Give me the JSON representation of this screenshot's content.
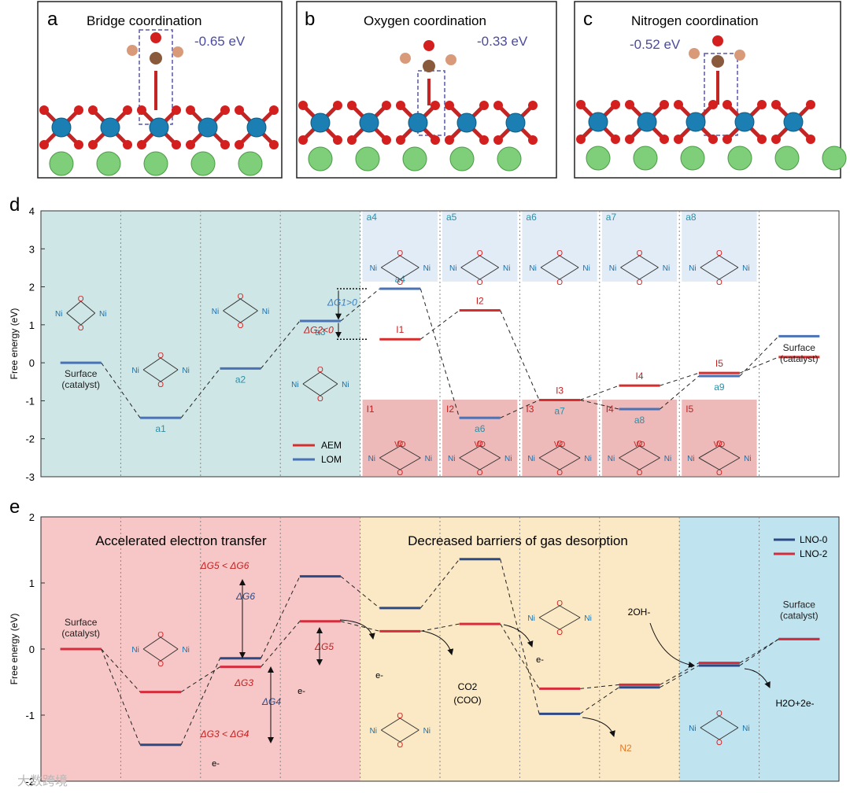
{
  "panels": [
    {
      "letter": "a",
      "title": "Bridge coordination",
      "energy": "-0.65 eV"
    },
    {
      "letter": "b",
      "title": "Oxygen coordination",
      "energy": "-0.33 eV"
    },
    {
      "letter": "c",
      "title": "Nitrogen coordination",
      "energy": "-0.52 eV"
    }
  ],
  "chart_data": [
    {
      "type": "line",
      "panel": "d",
      "ylabel": "Free energy (eV)",
      "ylim": [
        -3,
        4
      ],
      "yticks": [
        "4",
        "3",
        "2",
        "1",
        "0",
        "-1",
        "-2",
        "-3"
      ],
      "legend": [
        "AEM",
        "LOM"
      ],
      "colors": {
        "AEM": "#d62d2d",
        "LOM": "#4a72b4",
        "bg_left": "#cfe6e6",
        "bg_top": "#e2ecf6",
        "bg_bottom": "#eeb9b9"
      },
      "series": [
        {
          "name": "LOM",
          "points": [
            {
              "step": 0,
              "label": "Surface\n(catalyst)",
              "value": 0
            },
            {
              "step": 1,
              "label": "a1",
              "value": -1.45
            },
            {
              "step": 2,
              "label": "a2",
              "value": -0.15
            },
            {
              "step": 3,
              "label": "a3",
              "value": 1.1
            },
            {
              "step": 4,
              "label": "a4",
              "value": 1.95
            },
            {
              "step": 5,
              "label": "a6",
              "value": -1.45
            },
            {
              "step": 6,
              "label": "a7",
              "value": -0.98
            },
            {
              "step": 7,
              "label": "a8",
              "value": -1.22
            },
            {
              "step": 8,
              "label": "a9",
              "value": -0.35
            },
            {
              "step": 9,
              "label": "",
              "value": 0.7
            }
          ]
        },
        {
          "name": "AEM",
          "points": [
            {
              "step": 4,
              "label": "I1",
              "value": 0.62
            },
            {
              "step": 5,
              "label": "I2",
              "value": 1.38
            },
            {
              "step": 6,
              "label": "I3",
              "value": -0.98
            },
            {
              "step": 7,
              "label": "I4",
              "value": -0.6
            },
            {
              "step": 8,
              "label": "I5",
              "value": -0.27
            },
            {
              "step": 9,
              "label": "Surface\n(catalyst)",
              "value": 0.15
            }
          ]
        }
      ],
      "annotations": {
        "dg1": "ΔG",
        "dg1_sub": "1",
        "dg1_rel": ">0",
        "dg2": "ΔG",
        "dg2_sub": "2",
        "dg2_rel": "<0"
      },
      "top_boxes": [
        "a4",
        "a5",
        "a6",
        "a7",
        "a8"
      ],
      "bottom_boxes": [
        "I1",
        "I2",
        "I3",
        "I4",
        "I5"
      ]
    },
    {
      "type": "line",
      "panel": "e",
      "ylabel": "Free energy (eV)",
      "ylim": [
        -2,
        2
      ],
      "yticks": [
        "2",
        "1",
        "0",
        "-1",
        "-2"
      ],
      "legend": [
        "LNO-0",
        "LNO-2"
      ],
      "colors": {
        "LNO-0": "#2c4a86",
        "LNO-2": "#d62d3c",
        "bg1": "#f7c6c6",
        "bg2": "#fbe8c4",
        "bg3": "#bfe3ef"
      },
      "regions": [
        "Accelerated electron transfer",
        "Decreased barriers of gas desorption"
      ],
      "series": [
        {
          "name": "LNO-0",
          "points": [
            {
              "step": 0,
              "value": 0
            },
            {
              "step": 1,
              "value": -1.45
            },
            {
              "step": 2,
              "value": -0.14
            },
            {
              "step": 3,
              "value": 1.1
            },
            {
              "step": 4,
              "value": 0.62
            },
            {
              "step": 5,
              "value": 1.36
            },
            {
              "step": 6,
              "value": -0.98
            },
            {
              "step": 7,
              "value": -0.58
            },
            {
              "step": 8,
              "value": -0.25
            },
            {
              "step": 9,
              "value": 0.15
            }
          ]
        },
        {
          "name": "LNO-2",
          "points": [
            {
              "step": 0,
              "value": 0
            },
            {
              "step": 1,
              "value": -0.65
            },
            {
              "step": 2,
              "value": -0.27
            },
            {
              "step": 3,
              "value": 0.42
            },
            {
              "step": 4,
              "value": 0.27
            },
            {
              "step": 5,
              "value": 0.38
            },
            {
              "step": 6,
              "value": -0.6
            },
            {
              "step": 7,
              "value": -0.54
            },
            {
              "step": 8,
              "value": -0.21
            },
            {
              "step": 9,
              "value": 0.15
            }
          ]
        }
      ],
      "labels": {
        "surface_left": "Surface\n(catalyst)",
        "surface_right": "Surface\n(catalyst)",
        "dg5_6": "ΔG5 < ΔG6",
        "dg3_4": "ΔG3 < ΔG4",
        "dg6": "ΔG6",
        "dg5": "ΔG5",
        "dg3": "ΔG3",
        "dg4": "ΔG4",
        "co2": "CO2",
        "coo": "(COO)",
        "n2": "N2",
        "oh": "2OH-",
        "h2o": "H2O+2e-",
        "e": "e-"
      }
    }
  ],
  "watermark": "大数跨境"
}
